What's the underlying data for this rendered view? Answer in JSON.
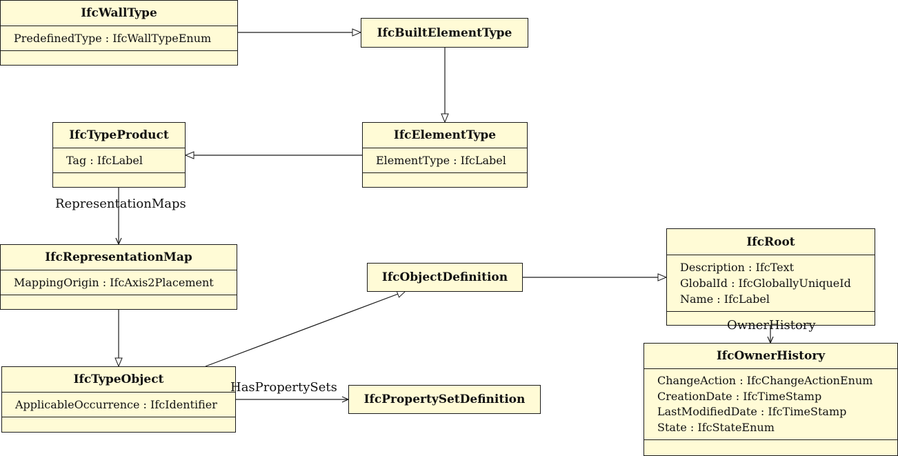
{
  "classes": {
    "wall_type": {
      "name": "IfcWallType",
      "attributes": [
        "PredefinedType : IfcWallTypeEnum"
      ]
    },
    "built_element_type": {
      "name": "IfcBuiltElementType",
      "attributes": []
    },
    "type_product": {
      "name": "IfcTypeProduct",
      "attributes": [
        "Tag : IfcLabel"
      ]
    },
    "element_type": {
      "name": "IfcElementType",
      "attributes": [
        "ElementType : IfcLabel"
      ]
    },
    "representation_map": {
      "name": "IfcRepresentationMap",
      "attributes": [
        "MappingOrigin : IfcAxis2Placement"
      ]
    },
    "object_definition": {
      "name": "IfcObjectDefinition",
      "attributes": []
    },
    "root": {
      "name": "IfcRoot",
      "attributes": [
        "Description : IfcText",
        "GlobalId : IfcGloballyUniqueId",
        "Name : IfcLabel"
      ]
    },
    "type_object": {
      "name": "IfcTypeObject",
      "attributes": [
        "ApplicableOccurrence : IfcIdentifier"
      ]
    },
    "property_set_definition": {
      "name": "IfcPropertySetDefinition",
      "attributes": []
    },
    "owner_history": {
      "name": "IfcOwnerHistory",
      "attributes": [
        "ChangeAction : IfcChangeActionEnum",
        "CreationDate : IfcTimeStamp",
        "LastModifiedDate : IfcTimeStamp",
        "State : IfcStateEnum"
      ]
    }
  },
  "relations": {
    "representation_maps": "RepresentationMaps",
    "has_property_sets": "HasPropertySets",
    "owner_history": "OwnerHistory"
  },
  "colors": {
    "box_fill": "#fffbd6",
    "line": "#1a1a1a"
  }
}
